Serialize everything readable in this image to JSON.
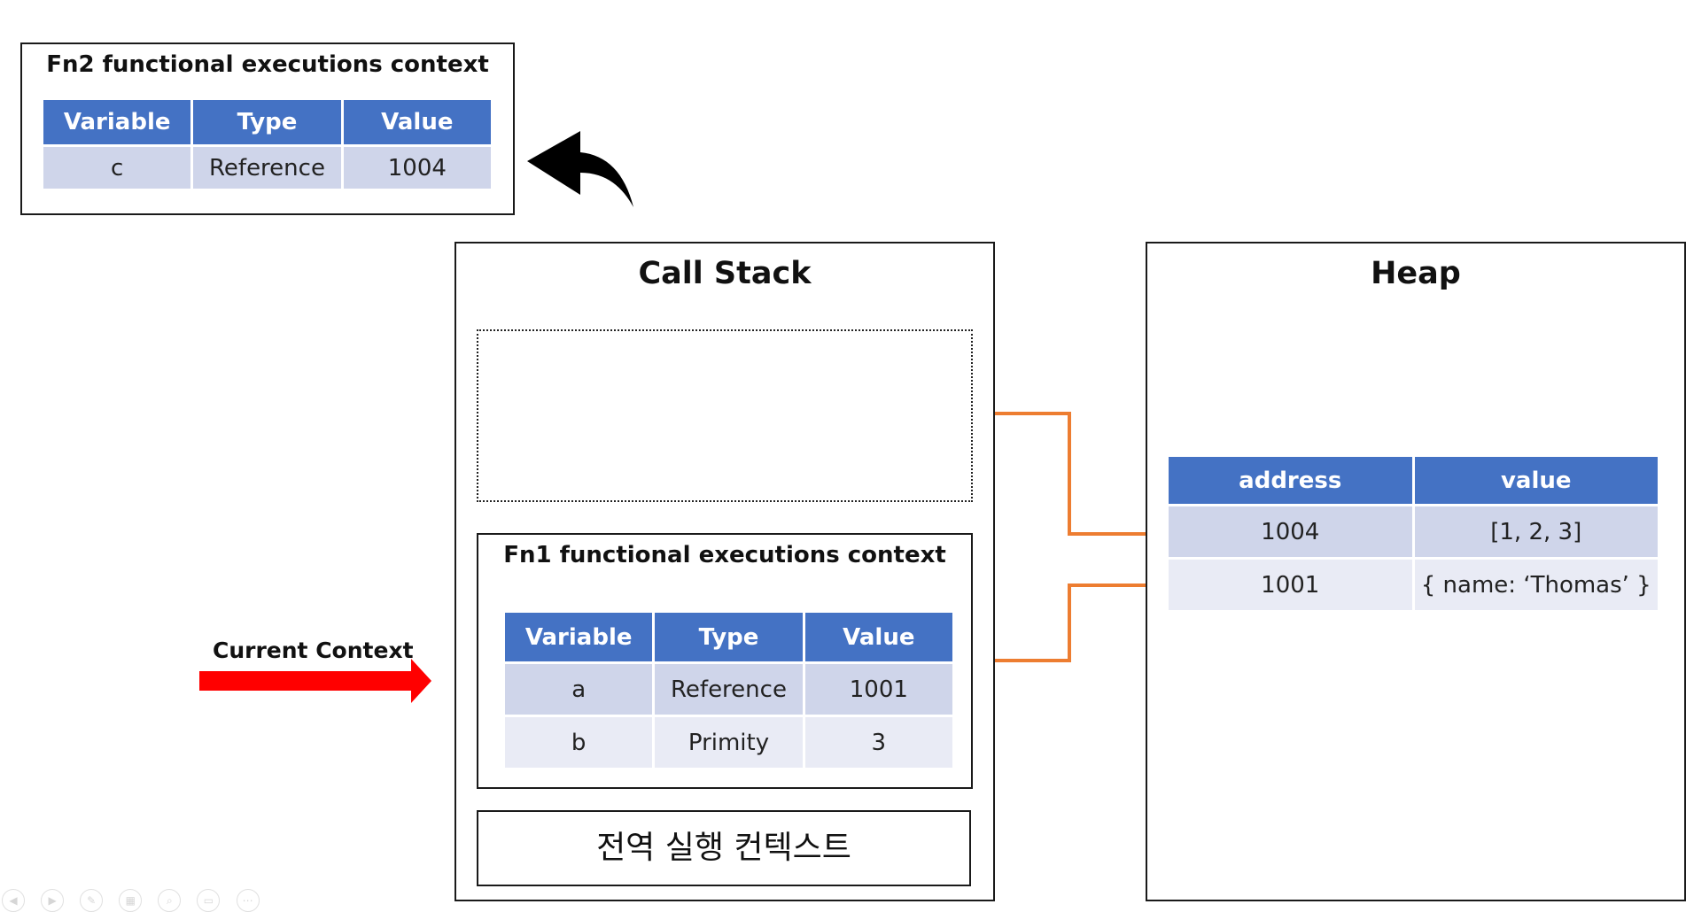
{
  "fn2_context": {
    "title": "Fn2 functional executions context",
    "headers": [
      "Variable",
      "Type",
      "Value"
    ],
    "rows": [
      [
        "c",
        "Reference",
        "1004"
      ]
    ]
  },
  "call_stack": {
    "title": "Call Stack",
    "fn1_context": {
      "title": "Fn1 functional executions context",
      "headers": [
        "Variable",
        "Type",
        "Value"
      ],
      "rows": [
        [
          "a",
          "Reference",
          "1001"
        ],
        [
          "b",
          "Primity",
          "3"
        ]
      ]
    },
    "global_context_label": "전역 실행 컨텍스트"
  },
  "heap": {
    "title": "Heap",
    "headers": [
      "address",
      "value"
    ],
    "rows": [
      [
        "1004",
        "[1, 2, 3]"
      ],
      [
        "1001",
        "{ name: ‘Thomas’ }"
      ]
    ]
  },
  "current_context_label": "Current Context",
  "colors": {
    "header_blue": "#4472c4",
    "row_dark": "#cfd5ea",
    "row_light": "#e9ebf5",
    "pointer_orange": "#ed7d31",
    "current_arrow_red": "#ff0000",
    "return_arrow": "#000000"
  },
  "icons": [
    "back-icon",
    "play-icon",
    "pen-icon",
    "grid-icon",
    "zoom-icon",
    "screen-icon",
    "more-icon"
  ]
}
